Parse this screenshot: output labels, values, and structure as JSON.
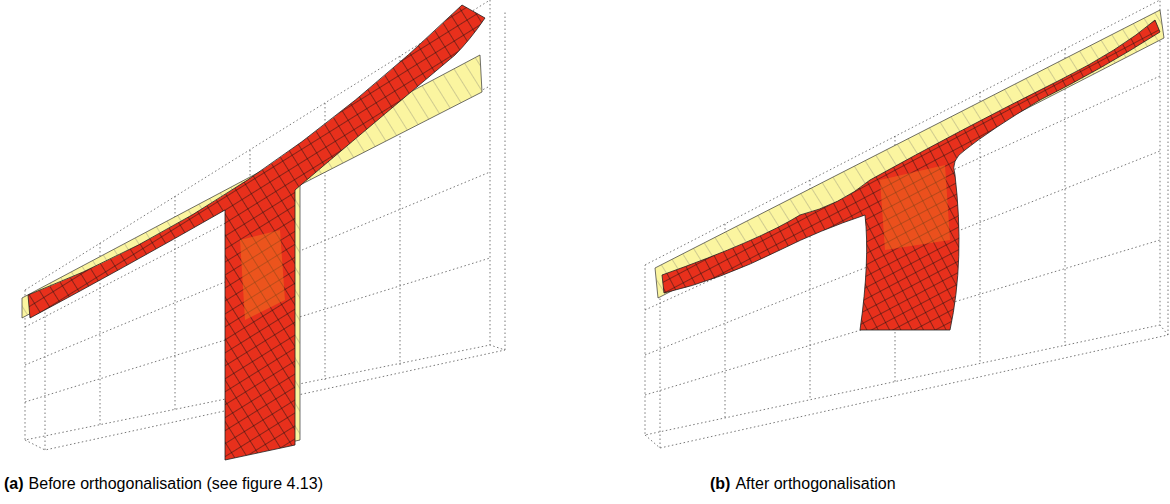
{
  "diagram": {
    "labels": [
      "(a)",
      "Before orthogonalisation (see figure 4.13)",
      "(b)",
      "After orthogonalisation"
    ]
  }
}
